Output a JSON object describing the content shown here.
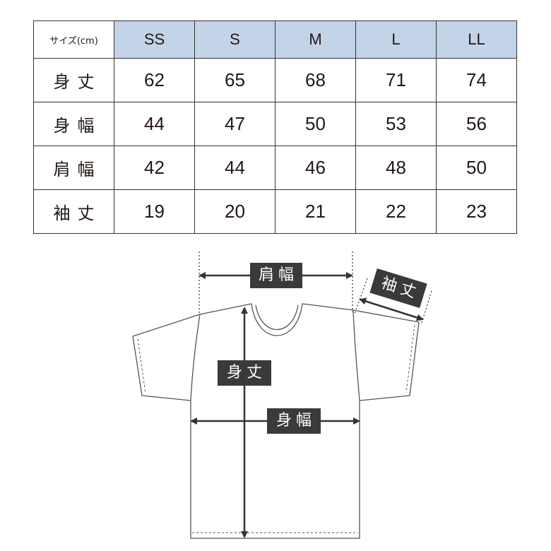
{
  "table": {
    "corner_label": "サイズ(cm)",
    "sizes": [
      "SS",
      "S",
      "M",
      "L",
      "LL"
    ],
    "rows": [
      {
        "label": "身丈",
        "values": [
          "62",
          "65",
          "68",
          "71",
          "74"
        ]
      },
      {
        "label": "身幅",
        "values": [
          "44",
          "47",
          "50",
          "53",
          "56"
        ]
      },
      {
        "label": "肩幅",
        "values": [
          "42",
          "44",
          "46",
          "48",
          "50"
        ]
      },
      {
        "label": "袖丈",
        "values": [
          "19",
          "20",
          "21",
          "22",
          "23"
        ]
      }
    ]
  },
  "diagram": {
    "shoulder_label": "肩幅",
    "sleeve_label": "袖丈",
    "length_label": "身丈",
    "width_label": "身幅"
  },
  "colors": {
    "header_bg": "#c3d3e8",
    "label_bg": "#3a3a3a",
    "line": "#333333"
  }
}
